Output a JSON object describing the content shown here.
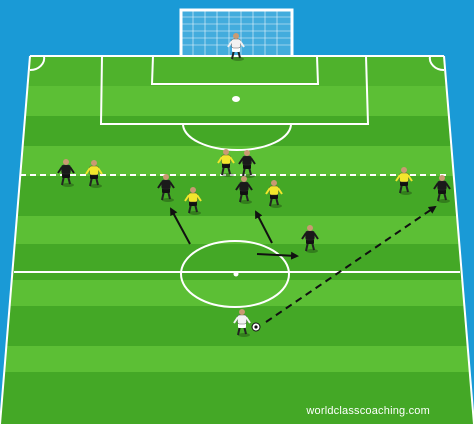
{
  "credit": "worldclasscoaching.com",
  "colors": {
    "background": "#1a9ad6",
    "grass_light": "#5cbf35",
    "grass_dark": "#3e9f22",
    "line": "#ffffff",
    "team_dark": "#1a1a1a",
    "team_yellow": "#f2e62c",
    "keeper_white": "#f2f2f2",
    "arrow": "#111111"
  },
  "players": [
    {
      "name": "goalkeeper",
      "team": "white"
    },
    {
      "name": "dark-left-1",
      "team": "dark"
    },
    {
      "name": "yellow-left-1",
      "team": "yellow"
    },
    {
      "name": "yellow-center-1",
      "team": "yellow"
    },
    {
      "name": "dark-center-1",
      "team": "dark"
    },
    {
      "name": "dark-center-2",
      "team": "dark"
    },
    {
      "name": "yellow-center-2",
      "team": "yellow"
    },
    {
      "name": "dark-center-3",
      "team": "dark"
    },
    {
      "name": "yellow-center-3",
      "team": "yellow"
    },
    {
      "name": "dark-runner",
      "team": "dark"
    },
    {
      "name": "yellow-right-1",
      "team": "yellow"
    },
    {
      "name": "dark-right-1",
      "team": "dark"
    },
    {
      "name": "white-passer",
      "team": "white"
    }
  ],
  "movements": [
    {
      "name": "run-arrow-1",
      "style": "solid"
    },
    {
      "name": "run-arrow-2",
      "style": "solid"
    },
    {
      "name": "run-arrow-3",
      "style": "solid"
    },
    {
      "name": "pass-arrow",
      "style": "dashed"
    }
  ]
}
